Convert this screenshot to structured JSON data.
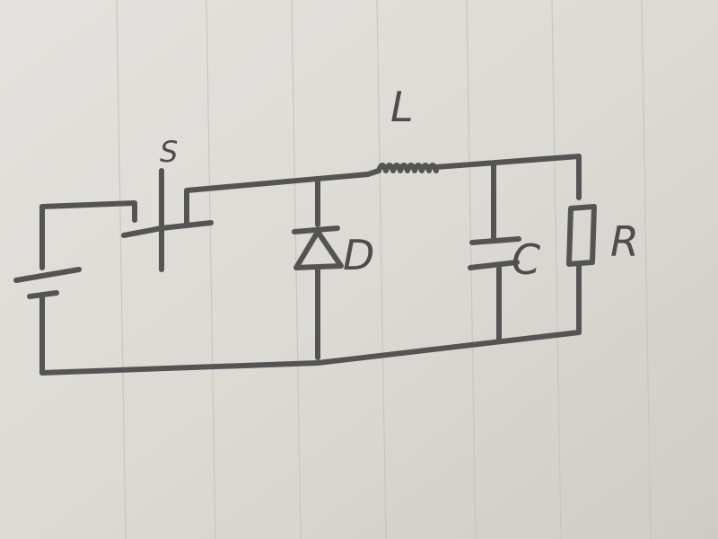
{
  "diagram": {
    "labels": {
      "switch": "S",
      "inductor": "L",
      "diode": "D",
      "capacitor": "C",
      "resistor": "R"
    }
  }
}
